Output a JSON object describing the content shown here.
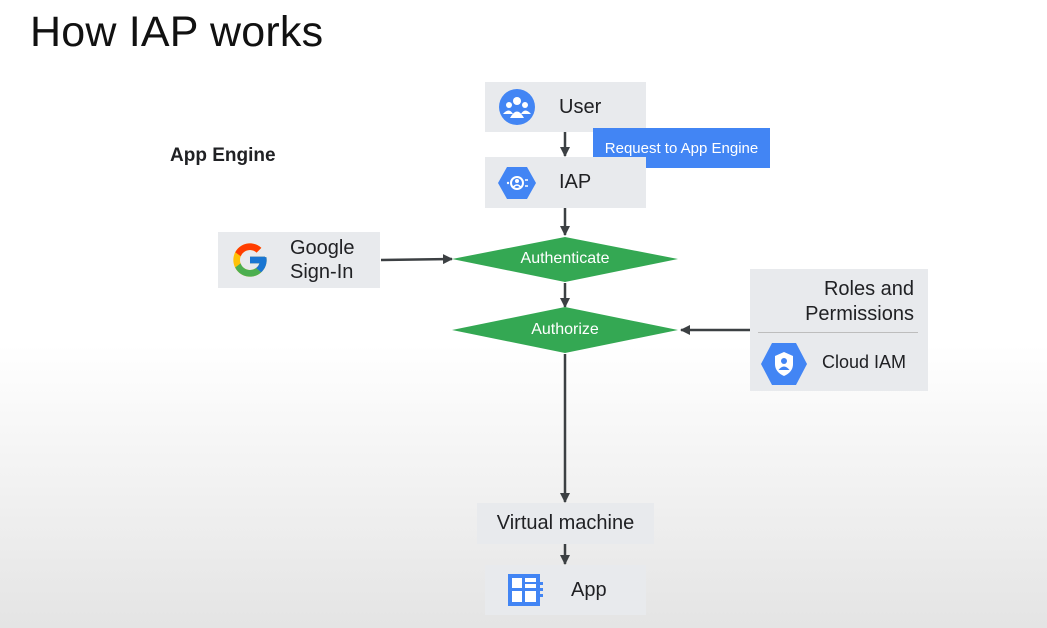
{
  "title": "How IAP works",
  "side_label": "App Engine",
  "callout": "Request to App Engine",
  "nodes": {
    "user": {
      "label": "User",
      "icon": "user-group-icon"
    },
    "iap": {
      "label": "IAP",
      "icon": "iap-hexagon-icon"
    },
    "google": {
      "label_line1": "Google",
      "label_line2": "Sign-In",
      "icon": "google-g-icon"
    },
    "authenticate": {
      "label": "Authenticate"
    },
    "authorize": {
      "label": "Authorize"
    },
    "roles": {
      "label_line1": "Roles and",
      "label_line2": "Permissions",
      "sub_label": "Cloud IAM",
      "icon": "cloud-iam-shield-icon"
    },
    "vm": {
      "label": "Virtual machine"
    },
    "app": {
      "label": "App",
      "icon": "app-grid-icon"
    }
  },
  "colors": {
    "box": "#e8eaed",
    "diamond": "#34a853",
    "callout": "#4285f4",
    "google_blue": "#4285f4",
    "arrow": "#3c4043"
  }
}
